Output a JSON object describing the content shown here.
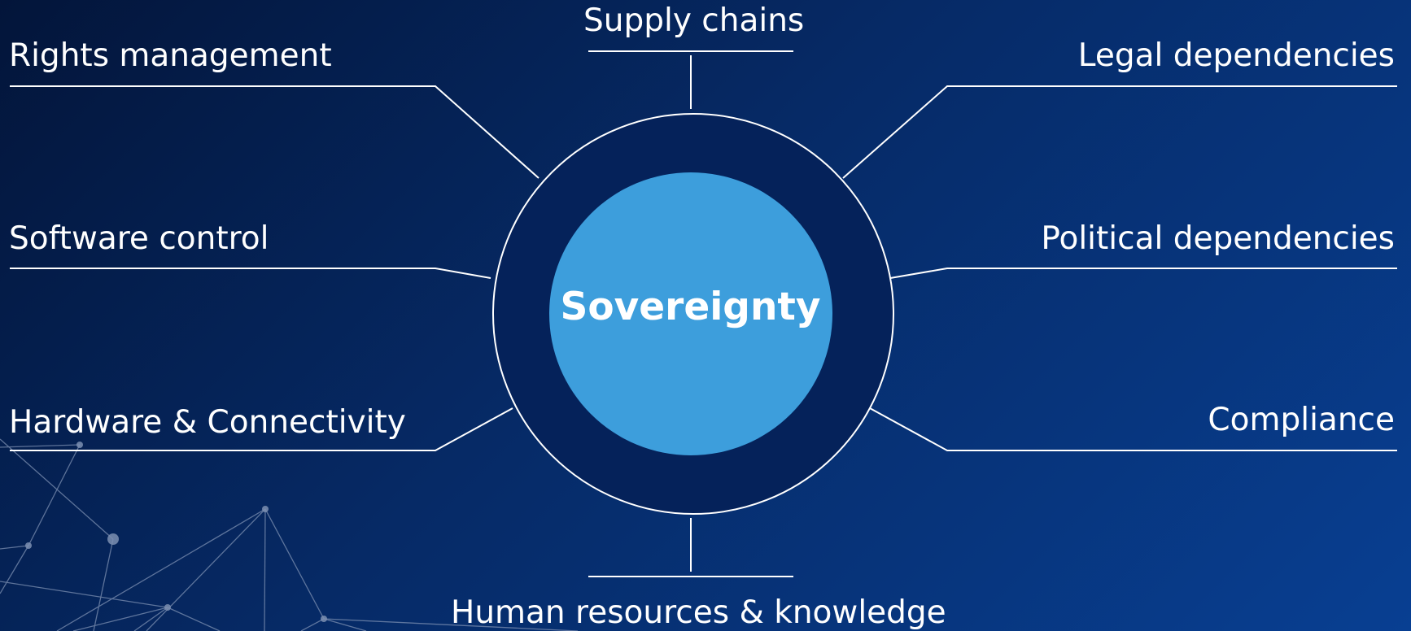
{
  "diagram": {
    "center": {
      "label": "Sovereignty"
    },
    "aspects": {
      "top": "Supply chains",
      "top_left": "Rights management",
      "middle_left": "Software control",
      "bottom_left": "Hardware & Connectivity",
      "top_right": "Legal dependencies",
      "middle_right": "Political dependencies",
      "bottom_right": "Compliance",
      "bottom": "Human resources & knowledge"
    }
  },
  "colors": {
    "background_start": "#03153a",
    "background_end": "#083f92",
    "inner_circle": "#3d9edc",
    "outer_ring": "#ffffff",
    "connector_lines": "#ffffff",
    "network_decoration": "#7c8fb1"
  }
}
